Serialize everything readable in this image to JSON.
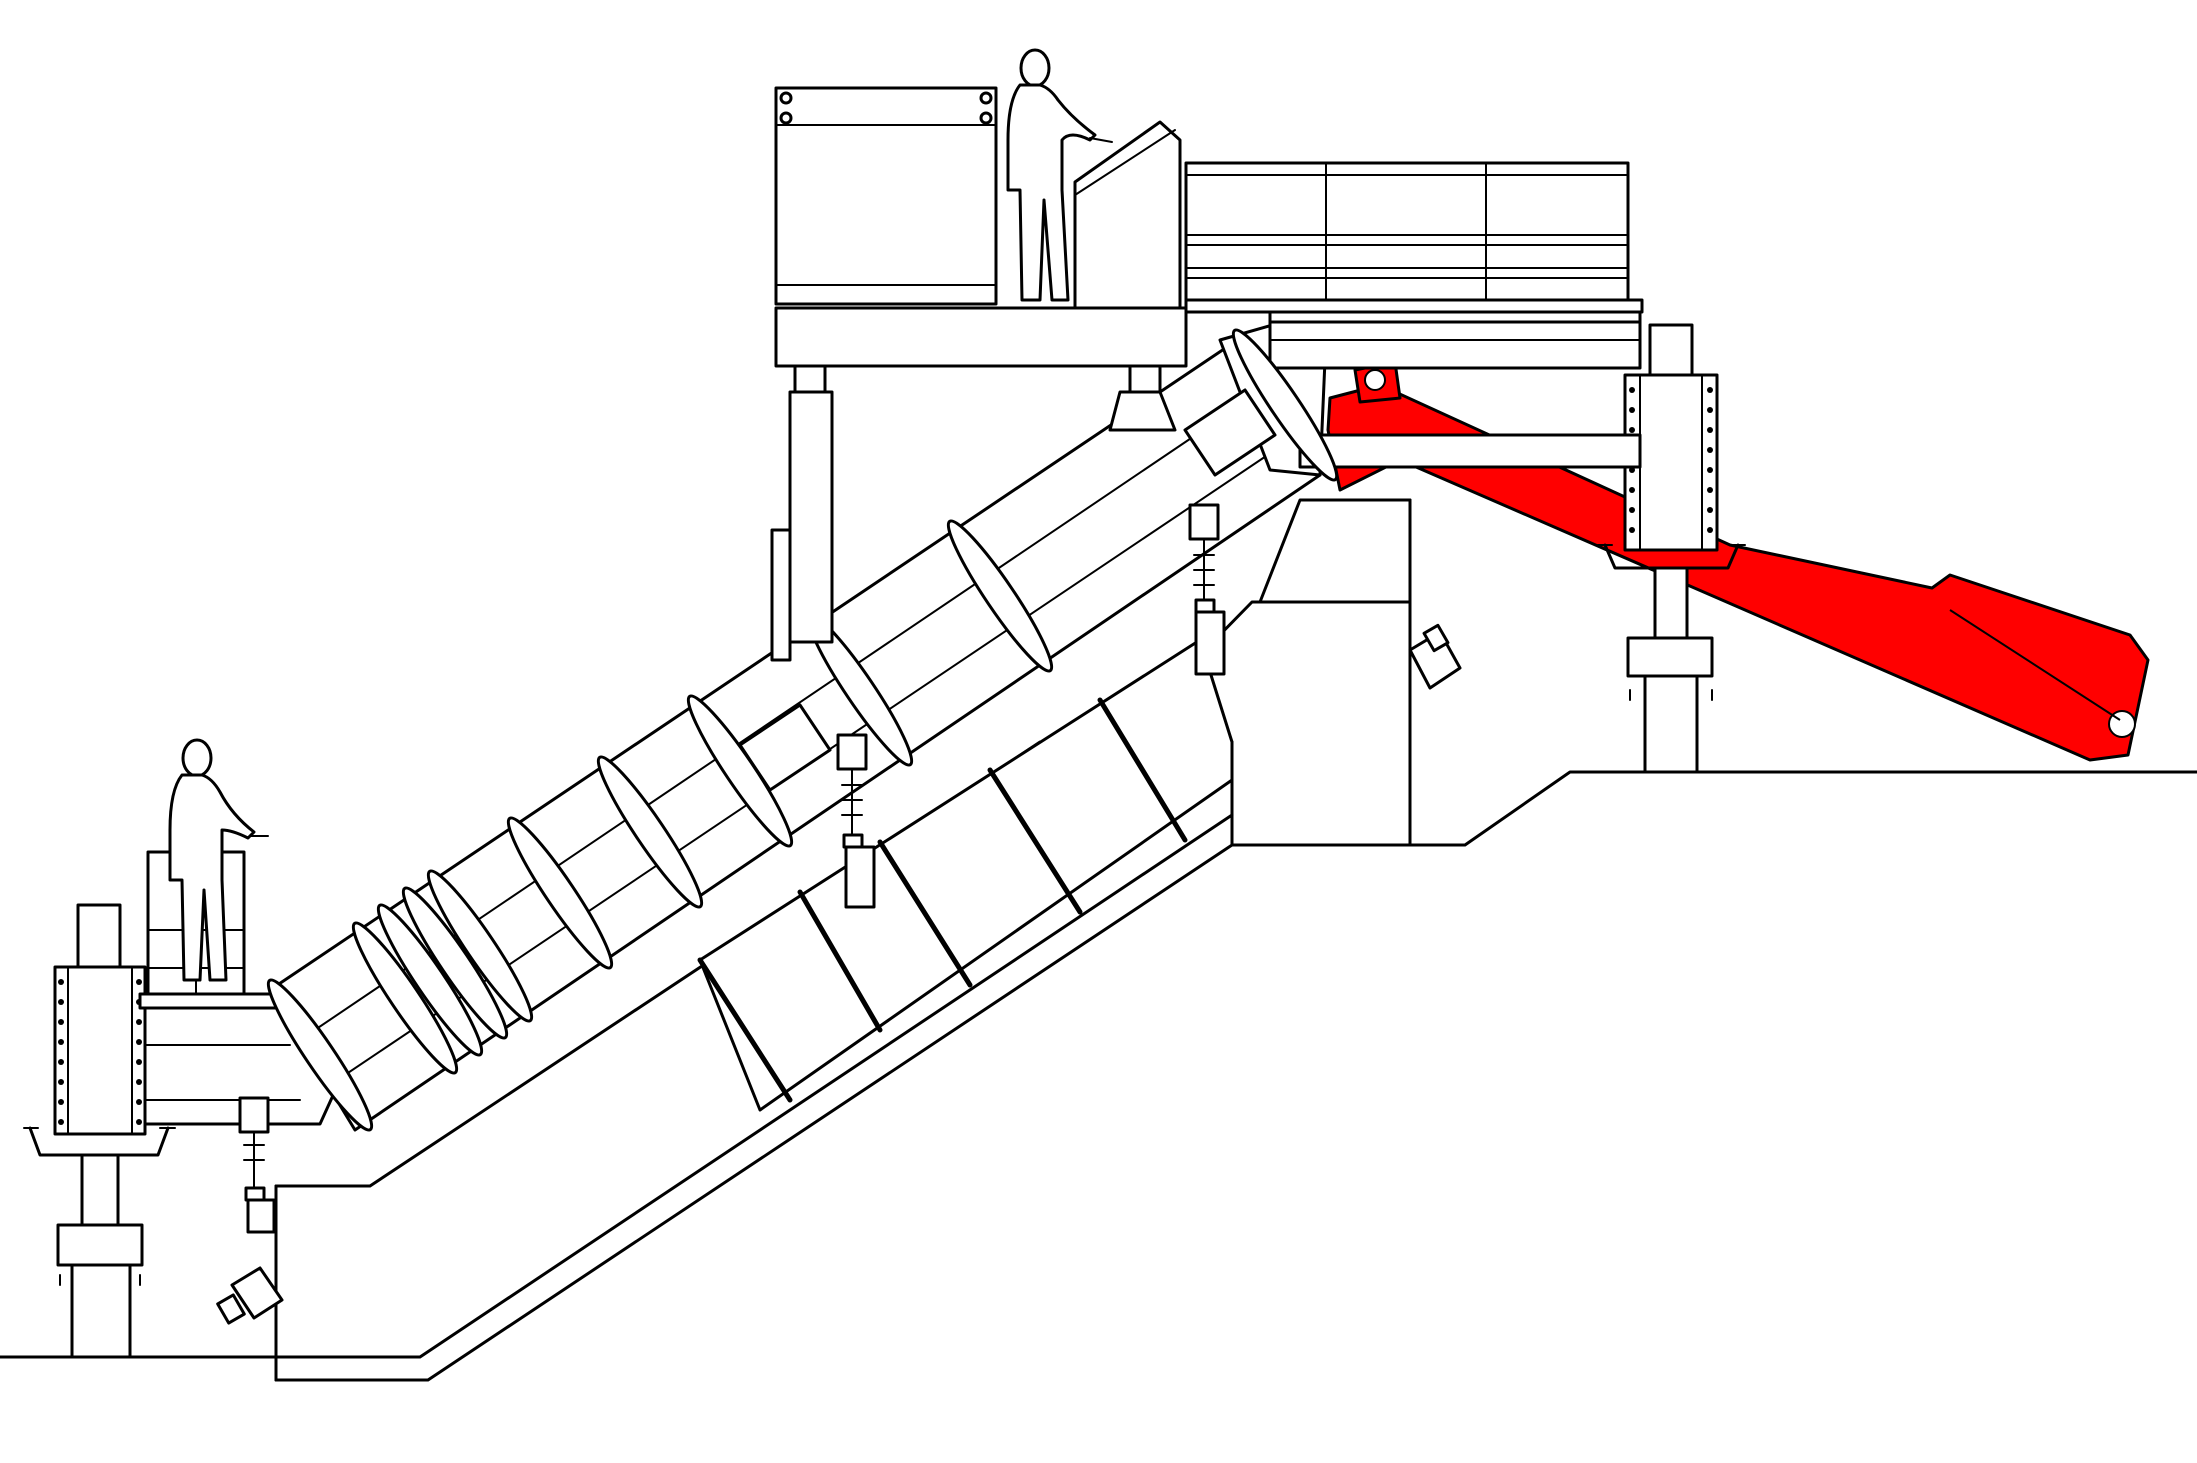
{
  "drawing": {
    "kind": "technical line drawing",
    "colors": {
      "line": "#000000",
      "background": "#ffffff",
      "highlight_chute": "#ff0000"
    },
    "components": [
      "ground-profile",
      "concrete-foundation",
      "inclined-tube-conveyor",
      "tube-stiffener-rings",
      "expansion-bellows",
      "upper-platform",
      "control-cabinet",
      "control-desk",
      "platform-handrail",
      "left-support-tower",
      "right-support-tower",
      "lower-operator-cage",
      "discharge-chute",
      "hanger-rods",
      "operator-figures"
    ]
  }
}
